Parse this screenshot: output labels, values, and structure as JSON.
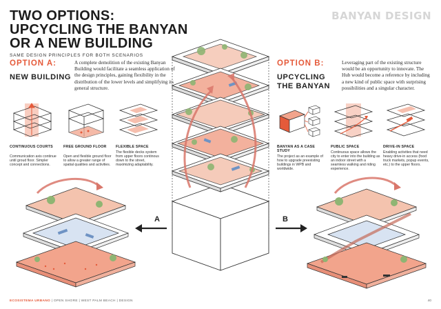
{
  "header": {
    "title_lines": [
      "TWO OPTIONS:",
      "UPCYCLING THE BANYAN",
      "OR A NEW BUILDING"
    ],
    "subtitle": "SAME DESIGN PRINCIPLES FOR BOTH SCENARIOS",
    "banner": "BANYAN DESIGN"
  },
  "option_a": {
    "label": "OPTION A:",
    "name": "NEW BUILDING",
    "description": "A complete demolition of the existing Banyan Building would facilitate a seamless application of the design principles, gaining flexibility in the distribution of the lower levels and simplifying its general structure.",
    "features": [
      {
        "title": "CONTINUOUS COURTS",
        "text": "Communication axis continue until groud floor. Simpler concept and connections."
      },
      {
        "title": "FREE GROUND FLOOR",
        "text": "Open and flexible ground floor to allow a greater range of spatial qualities and activities."
      },
      {
        "title": "FLEXIBLE SPACE",
        "text": "The flexible decks system from upper floors continous down to the street, maximizing adaptability."
      }
    ],
    "arrow_letter": "A"
  },
  "option_b": {
    "label": "OPTION B:",
    "name_lines": [
      "UPCYCLING",
      "THE BANYAN"
    ],
    "description": "Leveraging part of the existing structure would be an opportunity to innovate. The Hub would become a reference by including a new kind of public space with surprising possibilities and a singular character.",
    "features": [
      {
        "title": "BANYAN AS A CASE STUDY",
        "text": "The project as an example of how to upgrade preexisting buildings in WPB and worldwide."
      },
      {
        "title": "PUBLIC SPACE",
        "text": "Continuous space allows the city to enter into the building as an indoor street with a seamless walking and riding experience."
      },
      {
        "title": "DRIVE-IN SPACE",
        "text": "Enabling activities that need heavy drive-in access (food truck markets, popup events, etc.) to the upper floors."
      }
    ],
    "arrow_letter": "B"
  },
  "footer": {
    "brand": "ECOSISTEMA URBANO",
    "rest": " | OPEN SHORE | WEST PALM BEACH | DESIGN",
    "page": "40"
  },
  "colors": {
    "accent": "#e55a3a",
    "salmon": "#f2a48c",
    "green": "#8fb573",
    "blue": "#6f93c4",
    "line": "#333333"
  }
}
